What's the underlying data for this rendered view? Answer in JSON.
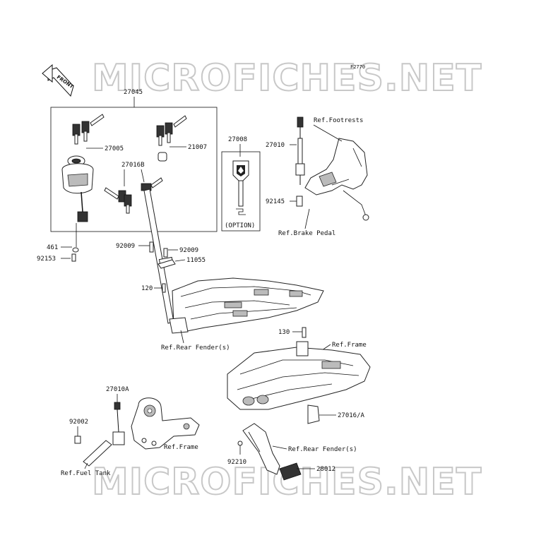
{
  "watermark": "MICROFICHES.NET",
  "figure_code": "F2770",
  "front_label": "FRONT",
  "option_label": "(OPTION)",
  "part_numbers": {
    "p27045": "27045",
    "p27005": "27005",
    "p21007": "21007",
    "p27016B": "27016B",
    "p27008": "27008",
    "p27010": "27010",
    "p92145": "92145",
    "p461": "461",
    "p92153": "92153",
    "p92009a": "92009",
    "p92009b": "92009",
    "p11055": "11055",
    "p120": "120",
    "p130": "130",
    "p27016A": "27016/A",
    "p27010A": "27010A",
    "p92002": "92002",
    "p92210": "92210",
    "p28012": "28012"
  },
  "references": {
    "footrests": "Ref.Footrests",
    "brake_pedal": "Ref.Brake Pedal",
    "rear_fender_1": "Ref.Rear Fender(s)",
    "frame_1": "Ref.Frame",
    "frame_2": "Ref.Frame",
    "rear_fender_2": "Ref.Rear Fender(s)",
    "fuel_tank": "Ref.Fuel Tank"
  }
}
